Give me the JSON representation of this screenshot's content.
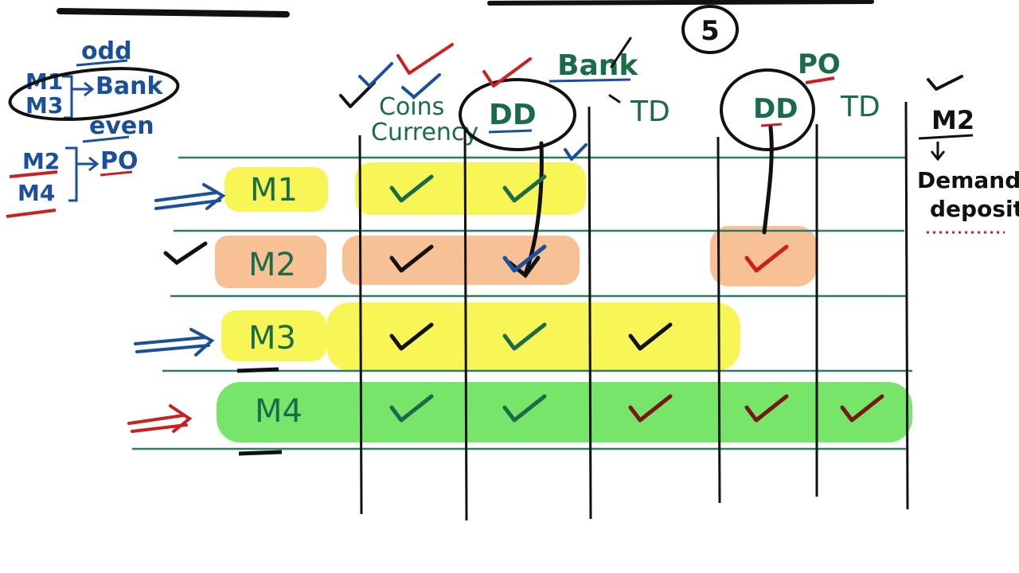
{
  "corner_badge": "5",
  "legend": {
    "odd": "odd",
    "even": "even",
    "m1": "M1",
    "m3": "M3",
    "m2": "M2",
    "m4": "M4",
    "bank": "Bank",
    "po": "PO"
  },
  "columns": {
    "bank_group": "Bank",
    "po_group": "PO",
    "coins_line1": "Coins",
    "coins_line2": "Currency",
    "dd_bank": "DD",
    "td_bank": "TD",
    "dd_po": "DD",
    "td_po": "TD"
  },
  "rows": [
    {
      "label": "M1",
      "highlight": "#f7f43a",
      "checks": [
        true,
        true,
        false,
        false,
        false
      ]
    },
    {
      "label": "M2",
      "highlight": "#f6b98a",
      "checks": [
        true,
        true,
        false,
        true,
        false
      ]
    },
    {
      "label": "M3",
      "highlight": "#f7f43a",
      "checks": [
        true,
        true,
        true,
        false,
        false
      ]
    },
    {
      "label": "M4",
      "highlight": "#5fe04f",
      "checks": [
        true,
        true,
        true,
        true,
        true
      ]
    }
  ],
  "side_note": {
    "title": "M2",
    "line1": "Demand",
    "line2": "deposit"
  },
  "colors": {
    "green_ink": "#1a6b4a",
    "blue_ink": "#1a4f9c",
    "red_ink": "#cc1f1f",
    "black_ink": "#111111",
    "grid_line": "#2d7a6a"
  }
}
